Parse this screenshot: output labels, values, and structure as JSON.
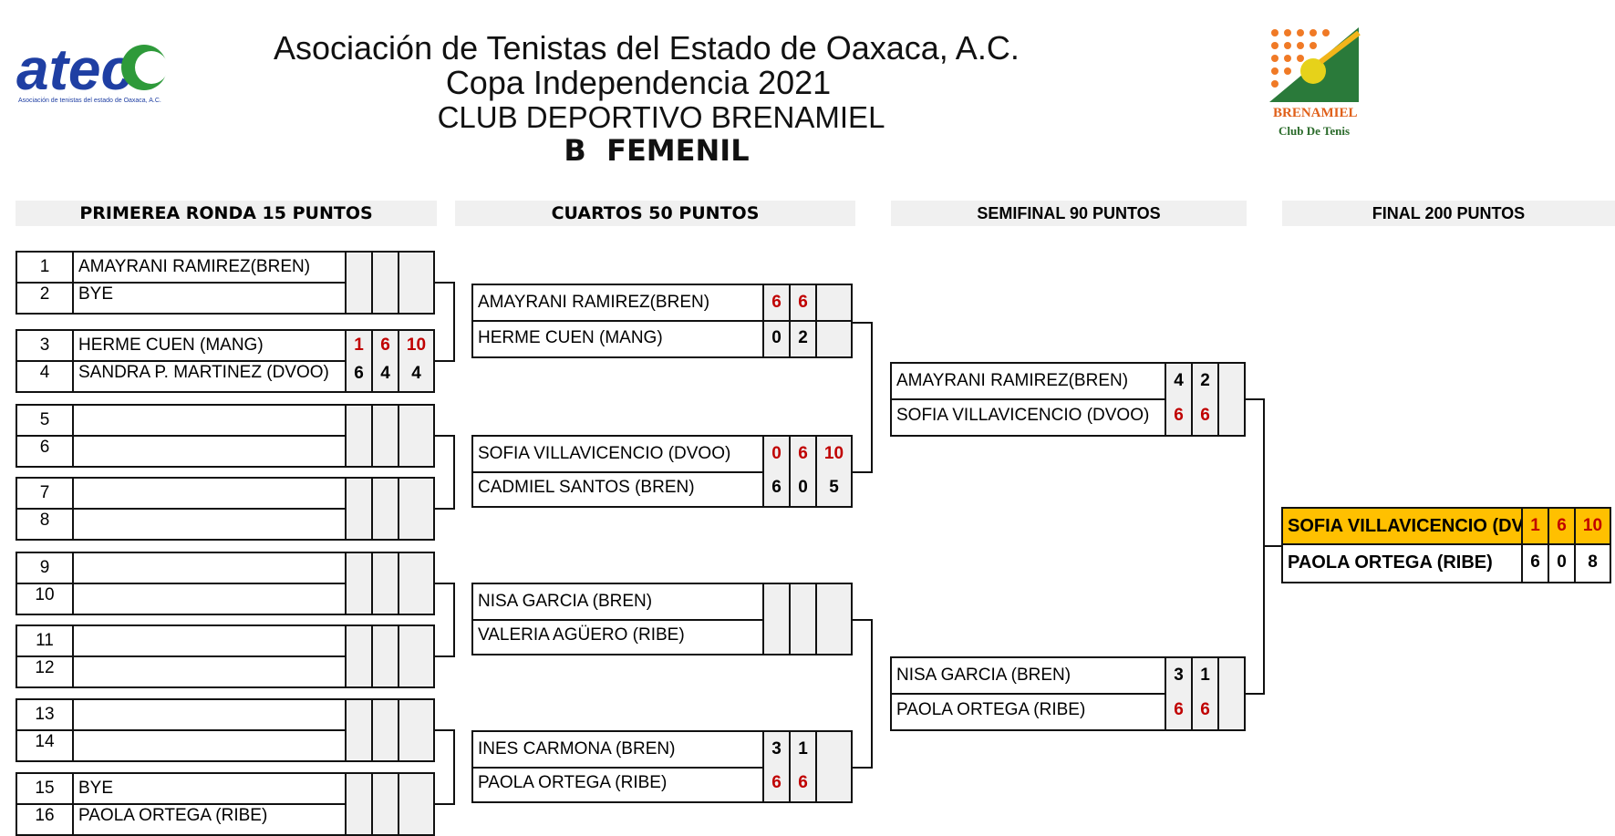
{
  "header": {
    "title1": "Asociación de Tenistas del Estado de Oaxaca, A.C.",
    "title2": "Copa Independencia 2021",
    "club": "CLUB DEPORTIVO BRENAMIEL",
    "category": "B  FEMENIL"
  },
  "logos": {
    "left_text": "atec",
    "left_caption": "Asociación de tenistas del estado de Oaxaca, A.C.",
    "right_text": "BRENAMIEL",
    "right_caption": "Club De Tenis"
  },
  "rounds": {
    "r1": "PRIMEREA RONDA 15 PUNTOS",
    "qf": "CUARTOS  50 PUNTOS",
    "sf": "SEMIFINAL 90 PUNTOS",
    "f": "FINAL  200 PUNTOS"
  },
  "first_round": [
    {
      "n": "1",
      "name": "AMAYRANI RAMIREZ(BREN)",
      "s": [
        "",
        "",
        ""
      ]
    },
    {
      "n": "2",
      "name": "BYE",
      "s": [
        "",
        "",
        ""
      ]
    },
    {
      "n": "3",
      "name": "HERME CUEN (MANG)",
      "s": [
        "1",
        "6",
        "10"
      ]
    },
    {
      "n": "4",
      "name": "SANDRA P. MARTINEZ (DVOO)",
      "s": [
        "6",
        "4",
        "4"
      ]
    },
    {
      "n": "5",
      "name": "",
      "s": [
        "",
        "",
        ""
      ]
    },
    {
      "n": "6",
      "name": "",
      "s": [
        "",
        "",
        ""
      ]
    },
    {
      "n": "7",
      "name": "",
      "s": [
        "",
        "",
        ""
      ]
    },
    {
      "n": "8",
      "name": "",
      "s": [
        "",
        "",
        ""
      ]
    },
    {
      "n": "9",
      "name": "",
      "s": [
        "",
        "",
        ""
      ]
    },
    {
      "n": "10",
      "name": "",
      "s": [
        "",
        "",
        ""
      ]
    },
    {
      "n": "11",
      "name": "",
      "s": [
        "",
        "",
        ""
      ]
    },
    {
      "n": "12",
      "name": "",
      "s": [
        "",
        "",
        ""
      ]
    },
    {
      "n": "13",
      "name": "",
      "s": [
        "",
        "",
        ""
      ]
    },
    {
      "n": "14",
      "name": "",
      "s": [
        "",
        "",
        ""
      ]
    },
    {
      "n": "15",
      "name": "BYE",
      "s": [
        "",
        "",
        ""
      ]
    },
    {
      "n": "16",
      "name": "PAOLA ORTEGA (RIBE)",
      "s": [
        "",
        "",
        ""
      ]
    }
  ],
  "quarterfinals": [
    {
      "name": "AMAYRANI RAMIREZ(BREN)",
      "s": [
        "6",
        "6",
        ""
      ]
    },
    {
      "name": "HERME CUEN (MANG)",
      "s": [
        "0",
        "2",
        ""
      ]
    },
    {
      "name": "SOFIA VILLAVICENCIO (DVOO)",
      "s": [
        "0",
        "6",
        "10"
      ]
    },
    {
      "name": "CADMIEL SANTOS (BREN)",
      "s": [
        "6",
        "0",
        "5"
      ]
    },
    {
      "name": "NISA GARCIA (BREN)",
      "s": [
        "",
        "",
        ""
      ]
    },
    {
      "name": "VALERIA AGÜERO (RIBE)",
      "s": [
        "",
        "",
        ""
      ]
    },
    {
      "name": "INES CARMONA (BREN)",
      "s": [
        "3",
        "1",
        ""
      ]
    },
    {
      "name": "PAOLA ORTEGA (RIBE)",
      "s": [
        "6",
        "6",
        ""
      ]
    }
  ],
  "semifinals": [
    {
      "name": "AMAYRANI RAMIREZ(BREN)",
      "s": [
        "4",
        "2",
        ""
      ]
    },
    {
      "name": "SOFIA VILLAVICENCIO (DVOO)",
      "s": [
        "6",
        "6",
        ""
      ]
    },
    {
      "name": "NISA GARCIA (BREN)",
      "s": [
        "3",
        "1",
        ""
      ]
    },
    {
      "name": "PAOLA ORTEGA (RIBE)",
      "s": [
        "6",
        "6",
        ""
      ]
    }
  ],
  "final": [
    {
      "name": "SOFIA VILLAVICENCIO (DV",
      "s": [
        "1",
        "6",
        "10"
      ]
    },
    {
      "name": "PAOLA ORTEGA (RIBE)",
      "s": [
        "6",
        "0",
        "8"
      ]
    }
  ],
  "red_scores": {
    "first_round": [
      [
        2,
        0
      ],
      [
        2,
        1
      ],
      [
        2,
        2
      ]
    ],
    "quarterfinals": [
      [
        0,
        0
      ],
      [
        0,
        1
      ],
      [
        2,
        0
      ],
      [
        2,
        1
      ],
      [
        2,
        2
      ],
      [
        7,
        0
      ],
      [
        7,
        1
      ]
    ],
    "semifinals": [
      [
        1,
        0
      ],
      [
        1,
        1
      ],
      [
        3,
        0
      ],
      [
        3,
        1
      ]
    ],
    "final": [
      [
        0,
        0
      ],
      [
        0,
        1
      ],
      [
        0,
        2
      ]
    ]
  },
  "colors": {
    "accent_red": "#c00000",
    "winner_fill": "#ffc000",
    "header_fill": "#f0f0f0"
  }
}
